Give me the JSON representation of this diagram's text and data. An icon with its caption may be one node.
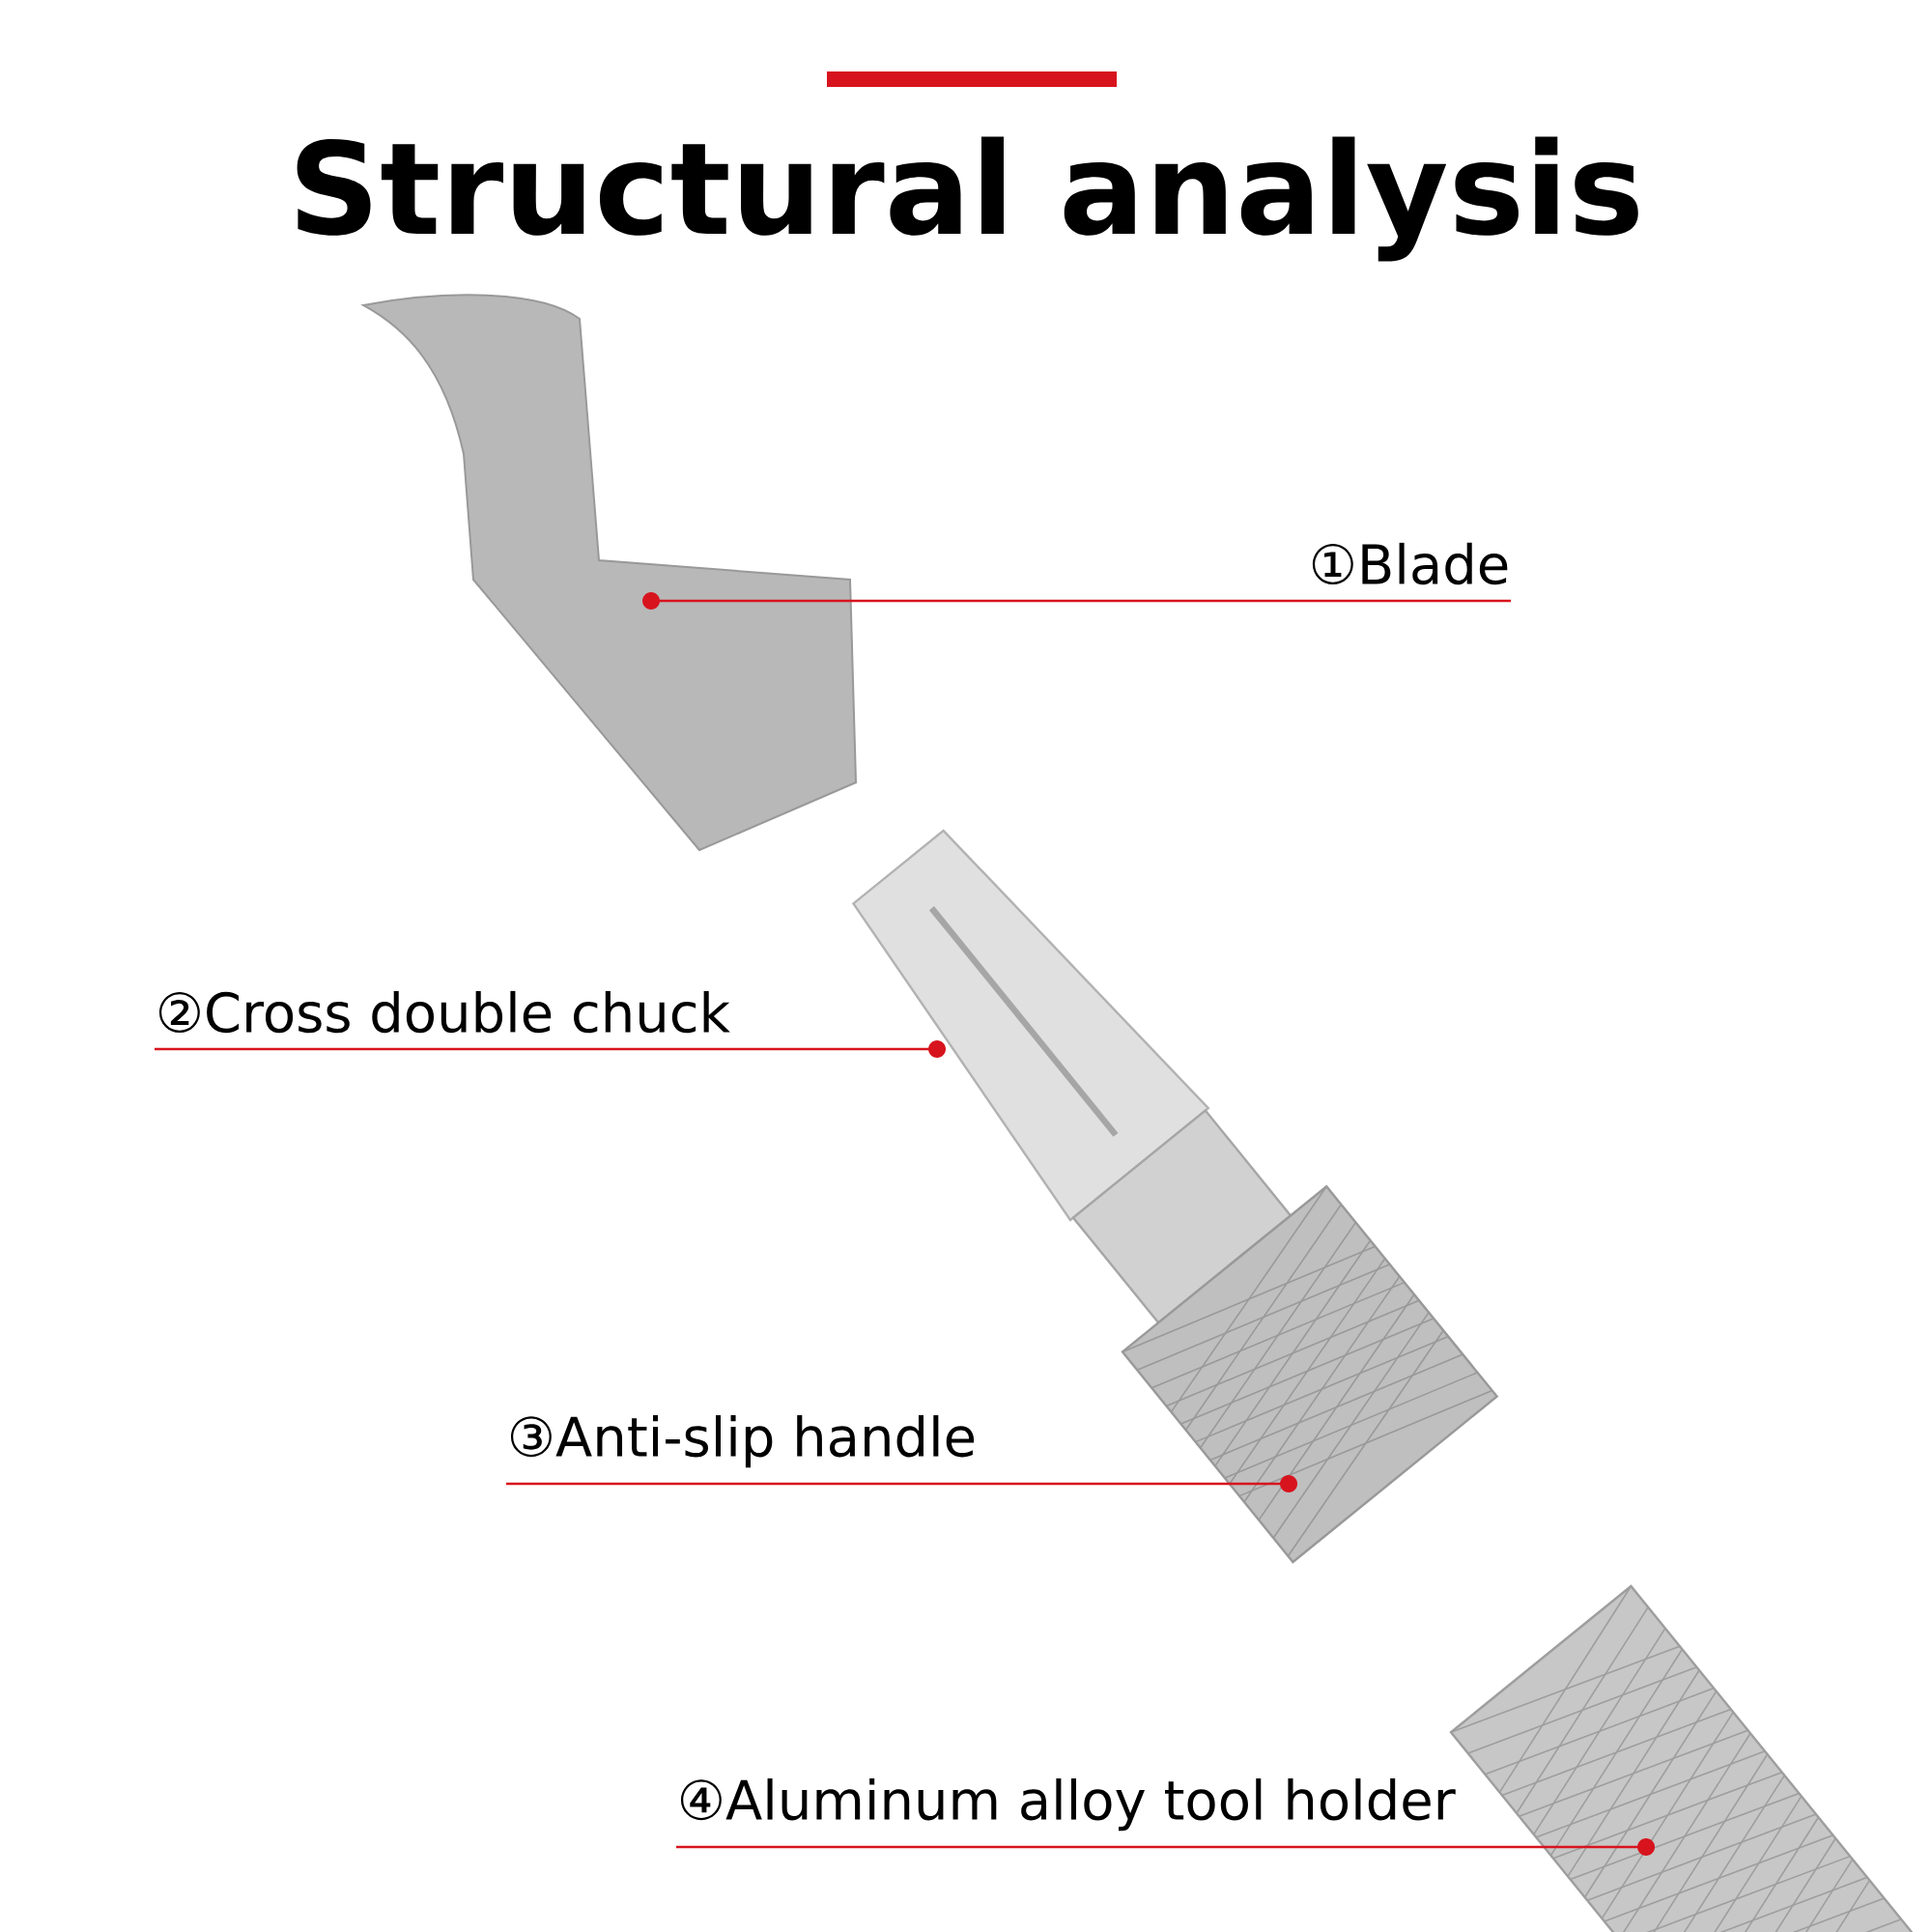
{
  "diagram": {
    "title": "Structural analysis",
    "nodes": [
      {
        "text": [
          "①Blade"
        ]
      },
      {
        "text": [],
        "shape": "picture"
      },
      {
        "text": [
          "②Cross double chuck"
        ]
      },
      {
        "text": [],
        "shape": "picture"
      },
      {
        "text": [
          "③Anti-slip handle"
        ]
      },
      {
        "text": [],
        "shape": "picture"
      },
      {
        "text": [
          "④Aluminum alloy tool holder"
        ]
      },
      {
        "text": [],
        "shape": "picture"
      }
    ],
    "edges": [
      {
        "from": 0,
        "to": 1,
        "arrow": "other"
      },
      {
        "from": 2,
        "to": 3,
        "arrow": "other"
      },
      {
        "from": 4,
        "to": 5,
        "arrow": "other"
      },
      {
        "from": 6,
        "to": 7,
        "arrow": "other"
      }
    ]
  }
}
